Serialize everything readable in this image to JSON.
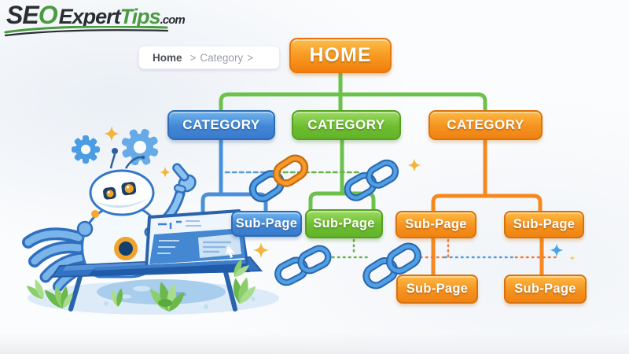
{
  "logo": {
    "se": "SE",
    "o": "O",
    "expert": "Expert",
    "tips": "Tips",
    "com": ".com"
  },
  "breadcrumb": {
    "home": "Home",
    "sep1": ">",
    "category": "Category",
    "sep2": ">"
  },
  "diagram": {
    "home_label": "HOME",
    "categories": [
      {
        "label": "CATEGORY",
        "color": "blue"
      },
      {
        "label": "CATEGORY",
        "color": "green"
      },
      {
        "label": "CATEGORY",
        "color": "orange"
      }
    ],
    "subpages": [
      {
        "label": "Sub-Page",
        "color": "blue"
      },
      {
        "label": "Sub-Page",
        "color": "green"
      },
      {
        "label": "Sub-Page",
        "color": "orange"
      },
      {
        "label": "Sub-Page",
        "color": "orange"
      },
      {
        "label": "Sub-Page",
        "color": "orange"
      },
      {
        "label": "Sub-Page",
        "color": "orange"
      }
    ]
  },
  "illustration": {
    "mascot": "robot-mascot",
    "icons": [
      "gear-icon",
      "link-chain-icon",
      "sparkle-icon",
      "laptop-icon",
      "plant-leaves-icon"
    ],
    "colors": {
      "orange": "#f08312",
      "blue": "#4287d6",
      "green": "#6ebd31",
      "logo_green": "#4a9b3f",
      "logo_dark": "#2b2f33",
      "connector_green": "#6cc14b",
      "connector_blue": "#4a90d9",
      "connector_orange": "#f5881f"
    }
  }
}
